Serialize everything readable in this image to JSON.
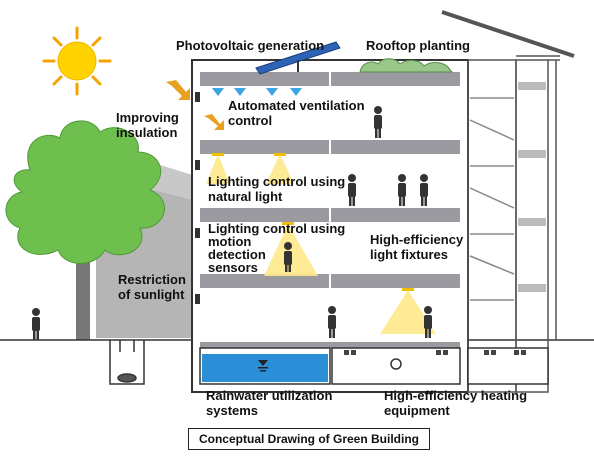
{
  "labels": {
    "photovoltaic": "Photovoltaic generation",
    "rooftop": "Rooftop planting",
    "insulation_1": "Improving",
    "insulation_2": "insulation",
    "ventilation_1": "Automated ventilation",
    "ventilation_2": "control",
    "lighting_natural_1": "Lighting control using",
    "lighting_natural_2": "natural light",
    "motion_1": "Lighting control using",
    "motion_2": "motion",
    "motion_3": "detection",
    "motion_4": "sensors",
    "fixtures_1": "High-efficiency",
    "fixtures_2": "light fixtures",
    "sunlight_1": "Restriction",
    "sunlight_2": "of sunlight",
    "rainwater_1": "Rainwater utilization",
    "rainwater_2": "systems",
    "heating_1": "High-efficiency heating",
    "heating_2": "equipment"
  },
  "caption": "Conceptual Drawing of Green Building",
  "colors": {
    "sun": "#ffd200",
    "sun_rays": "#f5a300",
    "tree": "#6fbf4f",
    "shadow": "#a9a9a9",
    "slab": "#9a9aa0",
    "light_cone": "#ffe98a",
    "water": "#2a8fd6",
    "arrow": "#e8a020",
    "vent": "#3aa3e0",
    "panel": "#2e64b8"
  }
}
